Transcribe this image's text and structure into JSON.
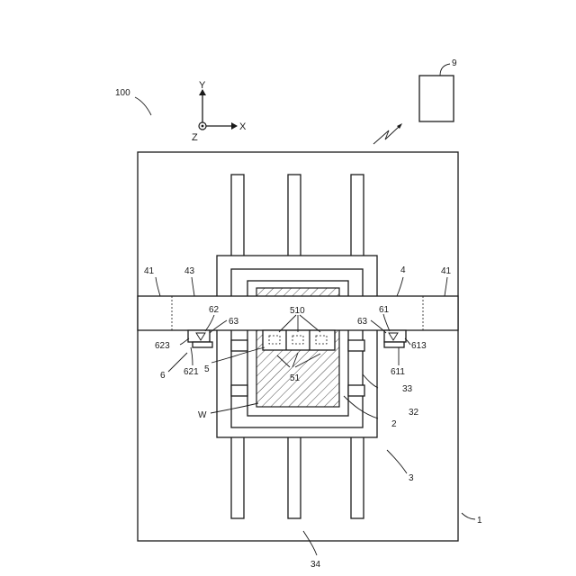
{
  "labels": {
    "l100": "100",
    "l9": "9",
    "l1": "1",
    "l2": "2",
    "l3": "3",
    "l4": "4",
    "l5": "5",
    "l6": "6",
    "l32": "32",
    "l33": "33",
    "l34": "34",
    "l41_left": "41",
    "l41_right": "41",
    "l43": "43",
    "l51": "51",
    "l510": "510",
    "l61": "61",
    "l62": "62",
    "l63_left": "63",
    "l63_right": "63",
    "l611": "611",
    "l613": "613",
    "l621": "621",
    "l623": "623",
    "lW": "W"
  },
  "axes": {
    "x": "X",
    "y": "Y",
    "z": "Z"
  }
}
